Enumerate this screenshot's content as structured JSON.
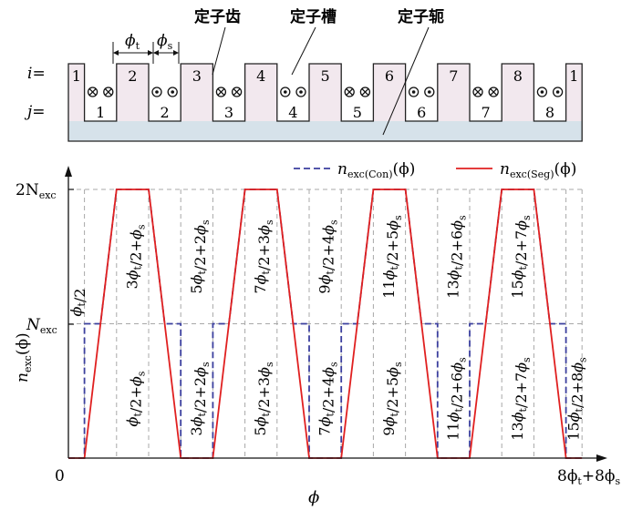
{
  "header": {
    "stator_tooth_label": "定子齿",
    "stator_slot_label": "定子槽",
    "stator_yoke_label": "定子轭",
    "phi_t_label": "ϕ",
    "phi_t_sub": "t",
    "phi_s_label": "ϕ",
    "phi_s_sub": "s",
    "i_label": "i",
    "j_label": "j",
    "equals": "=",
    "coil_dot_symbol": "⊙",
    "coil_cross_symbol": "⊗"
  },
  "teeth": [
    "1",
    "2",
    "3",
    "4",
    "5",
    "6",
    "7",
    "8",
    "1"
  ],
  "slots": [
    "1",
    "2",
    "3",
    "4",
    "5",
    "6",
    "7",
    "8"
  ],
  "slot_coils": [
    [
      "cross",
      "cross"
    ],
    [
      "dot",
      "dot"
    ],
    [
      "cross",
      "cross"
    ],
    [
      "dot",
      "dot"
    ],
    [
      "cross",
      "cross"
    ],
    [
      "dot",
      "dot"
    ],
    [
      "cross",
      "cross"
    ],
    [
      "dot",
      "dot"
    ]
  ],
  "legend": {
    "con_main": "n",
    "con_sub": "exc(Con)",
    "con_arg": "(ϕ)",
    "seg_main": "n",
    "seg_sub": "exc(Seg)",
    "seg_arg": "(ϕ)"
  },
  "axis": {
    "y_label_main": "n",
    "y_label_sub": "exc",
    "y_label_arg": "(ϕ)",
    "x_label": "ϕ",
    "origin": "0",
    "y_tick_top_main": "2N",
    "y_tick_top_sub": "exc",
    "y_tick_mid_main": "N",
    "y_tick_mid_sub": "exc",
    "x_end_label": "8ϕ",
    "x_end_sub1": "t",
    "x_end_mid": "+8ϕ",
    "x_end_sub2": "s"
  },
  "upper_labels": [
    "ϕt/2",
    "3ϕt/2+ϕs",
    "5ϕt/2+2ϕs",
    "7ϕt/2+3ϕs",
    "9ϕt/2+4ϕs",
    "11ϕt/2+5ϕs",
    "13ϕt/2+6ϕs",
    "15ϕt/2+7ϕs"
  ],
  "lower_labels": [
    "ϕt/2+ϕs",
    "3ϕt/2+2ϕs",
    "5ϕt/2+3ϕs",
    "7ϕt/2+4ϕs",
    "9ϕt/2+5ϕs",
    "11ϕt/2+6ϕs",
    "13ϕt/2+7ϕs",
    "15ϕt/2+8ϕs"
  ],
  "colors": {
    "con": "#3b3f9e",
    "seg": "#e02020",
    "guide": "#a8a8a8",
    "tooth_fill": "#f2e8ee",
    "yoke_fill": "#d6e2ea",
    "outline": "#222222"
  },
  "chart_data": {
    "type": "line",
    "y_ticks": [
      "0",
      "N_exc",
      "2N_exc"
    ],
    "series": [
      {
        "name": "n_exc(Con)(ϕ)",
        "points": [
          [
            0,
            0
          ],
          [
            1,
            0
          ],
          [
            1,
            1
          ],
          [
            2,
            1
          ],
          [
            3,
            2
          ],
          [
            5,
            2
          ],
          [
            6,
            1
          ],
          [
            7,
            1
          ],
          [
            7,
            0
          ],
          [
            9,
            0
          ],
          [
            9,
            1
          ],
          [
            10,
            1
          ],
          [
            11,
            2
          ],
          [
            13,
            2
          ],
          [
            14,
            1
          ],
          [
            15,
            1
          ],
          [
            15,
            0
          ],
          [
            17,
            0
          ],
          [
            17,
            1
          ],
          [
            18,
            1
          ],
          [
            19,
            2
          ],
          [
            21,
            2
          ],
          [
            22,
            1
          ],
          [
            23,
            1
          ],
          [
            23,
            0
          ],
          [
            25,
            0
          ],
          [
            25,
            1
          ],
          [
            26,
            1
          ],
          [
            27,
            2
          ],
          [
            29,
            2
          ],
          [
            30,
            1
          ],
          [
            31,
            1
          ],
          [
            31,
            0
          ],
          [
            32,
            0
          ]
        ]
      },
      {
        "name": "n_exc(Seg)(ϕ)",
        "points": [
          [
            0,
            0
          ],
          [
            1,
            0
          ],
          [
            3,
            2
          ],
          [
            5,
            2
          ],
          [
            7,
            0
          ],
          [
            9,
            0
          ],
          [
            11,
            2
          ],
          [
            13,
            2
          ],
          [
            15,
            0
          ],
          [
            17,
            0
          ],
          [
            19,
            2
          ],
          [
            21,
            2
          ],
          [
            23,
            0
          ],
          [
            25,
            0
          ],
          [
            27,
            2
          ],
          [
            29,
            2
          ],
          [
            31,
            0
          ],
          [
            32,
            0
          ]
        ]
      }
    ]
  }
}
